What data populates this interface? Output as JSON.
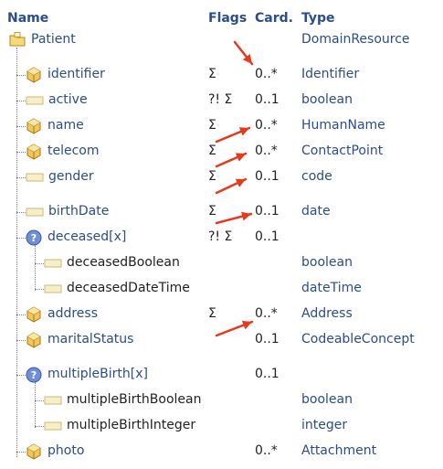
{
  "headers": {
    "name": "Name",
    "flags": "Flags",
    "card": "Card.",
    "type": "Type"
  },
  "rows": [
    {
      "name": "Patient",
      "flags": "",
      "card": "",
      "type": "DomainResource",
      "icon": "folder-resource-icon"
    },
    {
      "name": "identifier",
      "flags": "Σ",
      "card": "0..*",
      "type": "Identifier",
      "icon": "datatype-cube-icon"
    },
    {
      "name": "active",
      "flags": "?! Σ",
      "card": "0..1",
      "type": "boolean",
      "icon": "primitive-icon"
    },
    {
      "name": "name",
      "flags": "Σ",
      "card": "0..*",
      "type": "HumanName",
      "icon": "datatype-cube-icon"
    },
    {
      "name": "telecom",
      "flags": "Σ",
      "card": "0..*",
      "type": "ContactPoint",
      "icon": "datatype-cube-icon"
    },
    {
      "name": "gender",
      "flags": "Σ",
      "card": "0..1",
      "type": "code",
      "icon": "primitive-icon"
    },
    {
      "name": "birthDate",
      "flags": "Σ",
      "card": "0..1",
      "type": "date",
      "icon": "primitive-icon"
    },
    {
      "name": "deceased[x]",
      "flags": "?! Σ",
      "card": "0..1",
      "type": "",
      "icon": "choice-icon"
    },
    {
      "name": "deceasedBoolean",
      "flags": "",
      "card": "",
      "type": "boolean",
      "icon": "primitive-icon"
    },
    {
      "name": "deceasedDateTime",
      "flags": "",
      "card": "",
      "type": "dateTime",
      "icon": "primitive-icon"
    },
    {
      "name": "address",
      "flags": "Σ",
      "card": "0..*",
      "type": "Address",
      "icon": "datatype-cube-icon"
    },
    {
      "name": "maritalStatus",
      "flags": "",
      "card": "0..1",
      "type": "CodeableConcept",
      "icon": "datatype-cube-icon"
    },
    {
      "name": "multipleBirth[x]",
      "flags": "",
      "card": "0..1",
      "type": "",
      "icon": "choice-icon"
    },
    {
      "name": "multipleBirthBoolean",
      "flags": "",
      "card": "",
      "type": "boolean",
      "icon": "primitive-icon"
    },
    {
      "name": "multipleBirthInteger",
      "flags": "",
      "card": "",
      "type": "integer",
      "icon": "primitive-icon"
    },
    {
      "name": "photo",
      "flags": "",
      "card": "0..*",
      "type": "Attachment",
      "icon": "datatype-cube-icon"
    }
  ],
  "colors": {
    "link": "#2a4d8f",
    "text": "#222222",
    "arrow": "#e8391c"
  }
}
